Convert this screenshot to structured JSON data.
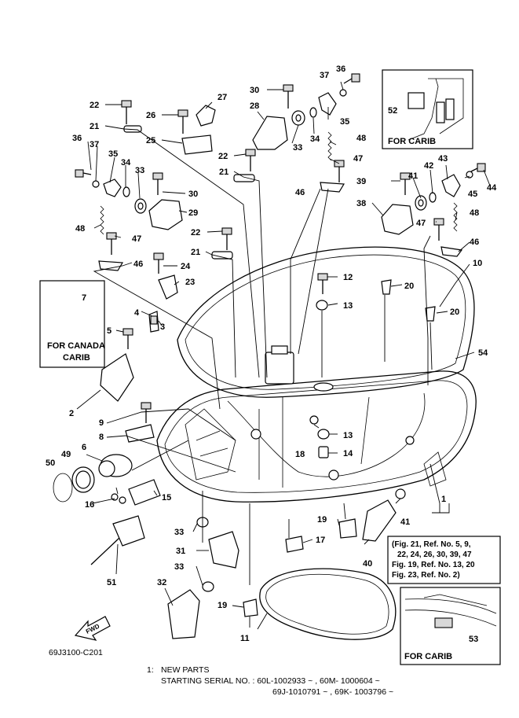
{
  "parts": [
    {
      "no": "1"
    },
    {
      "no": "2"
    },
    {
      "no": "3"
    },
    {
      "no": "4"
    },
    {
      "no": "5"
    },
    {
      "no": "6"
    },
    {
      "no": "7"
    },
    {
      "no": "8"
    },
    {
      "no": "9"
    },
    {
      "no": "10"
    },
    {
      "no": "11"
    },
    {
      "no": "12"
    },
    {
      "no": "13"
    },
    {
      "no": "13"
    },
    {
      "no": "14"
    },
    {
      "no": "15"
    },
    {
      "no": "16"
    },
    {
      "no": "17"
    },
    {
      "no": "18"
    },
    {
      "no": "19"
    },
    {
      "no": "19"
    },
    {
      "no": "20"
    },
    {
      "no": "20"
    },
    {
      "no": "21"
    },
    {
      "no": "21"
    },
    {
      "no": "21"
    },
    {
      "no": "22"
    },
    {
      "no": "22"
    },
    {
      "no": "22"
    },
    {
      "no": "23"
    },
    {
      "no": "24"
    },
    {
      "no": "25"
    },
    {
      "no": "26"
    },
    {
      "no": "27"
    },
    {
      "no": "28"
    },
    {
      "no": "29"
    },
    {
      "no": "30"
    },
    {
      "no": "30"
    },
    {
      "no": "31"
    },
    {
      "no": "32"
    },
    {
      "no": "33"
    },
    {
      "no": "33"
    },
    {
      "no": "33"
    },
    {
      "no": "33"
    },
    {
      "no": "34"
    },
    {
      "no": "34"
    },
    {
      "no": "35"
    },
    {
      "no": "35"
    },
    {
      "no": "36"
    },
    {
      "no": "36"
    },
    {
      "no": "37"
    },
    {
      "no": "37"
    },
    {
      "no": "38"
    },
    {
      "no": "39"
    },
    {
      "no": "40"
    },
    {
      "no": "41"
    },
    {
      "no": "41"
    },
    {
      "no": "42"
    },
    {
      "no": "43"
    },
    {
      "no": "44"
    },
    {
      "no": "45"
    },
    {
      "no": "46"
    },
    {
      "no": "46"
    },
    {
      "no": "46"
    },
    {
      "no": "47"
    },
    {
      "no": "47"
    },
    {
      "no": "47"
    },
    {
      "no": "48"
    },
    {
      "no": "48"
    },
    {
      "no": "48"
    },
    {
      "no": "49"
    },
    {
      "no": "50"
    },
    {
      "no": "51"
    },
    {
      "no": "52"
    },
    {
      "no": "53"
    },
    {
      "no": "54"
    }
  ],
  "insets": {
    "carib_top": "FOR CARIB",
    "canada_line1": "FOR CANADA",
    "canada_line2": "CARIB",
    "carib_bottom": "FOR CARIB"
  },
  "reference_note": [
    "(Fig. 21, Ref. No. 5, 9,",
    "22, 24, 26, 30, 39, 47",
    "Fig. 19, Ref. No. 13, 20",
    "Fig. 23, Ref. No. 2)"
  ],
  "fwd_label": "FWD",
  "diagram_code": "69J3100-C201",
  "footer": {
    "item": "1:",
    "title": "NEW PARTS",
    "serial_line1": "STARTING SERIAL NO. : 60L-1002933 ~ , 60M- 1000604 ~",
    "serial_line2": "69J-1010791 ~ , 69K- 1003796 ~"
  }
}
